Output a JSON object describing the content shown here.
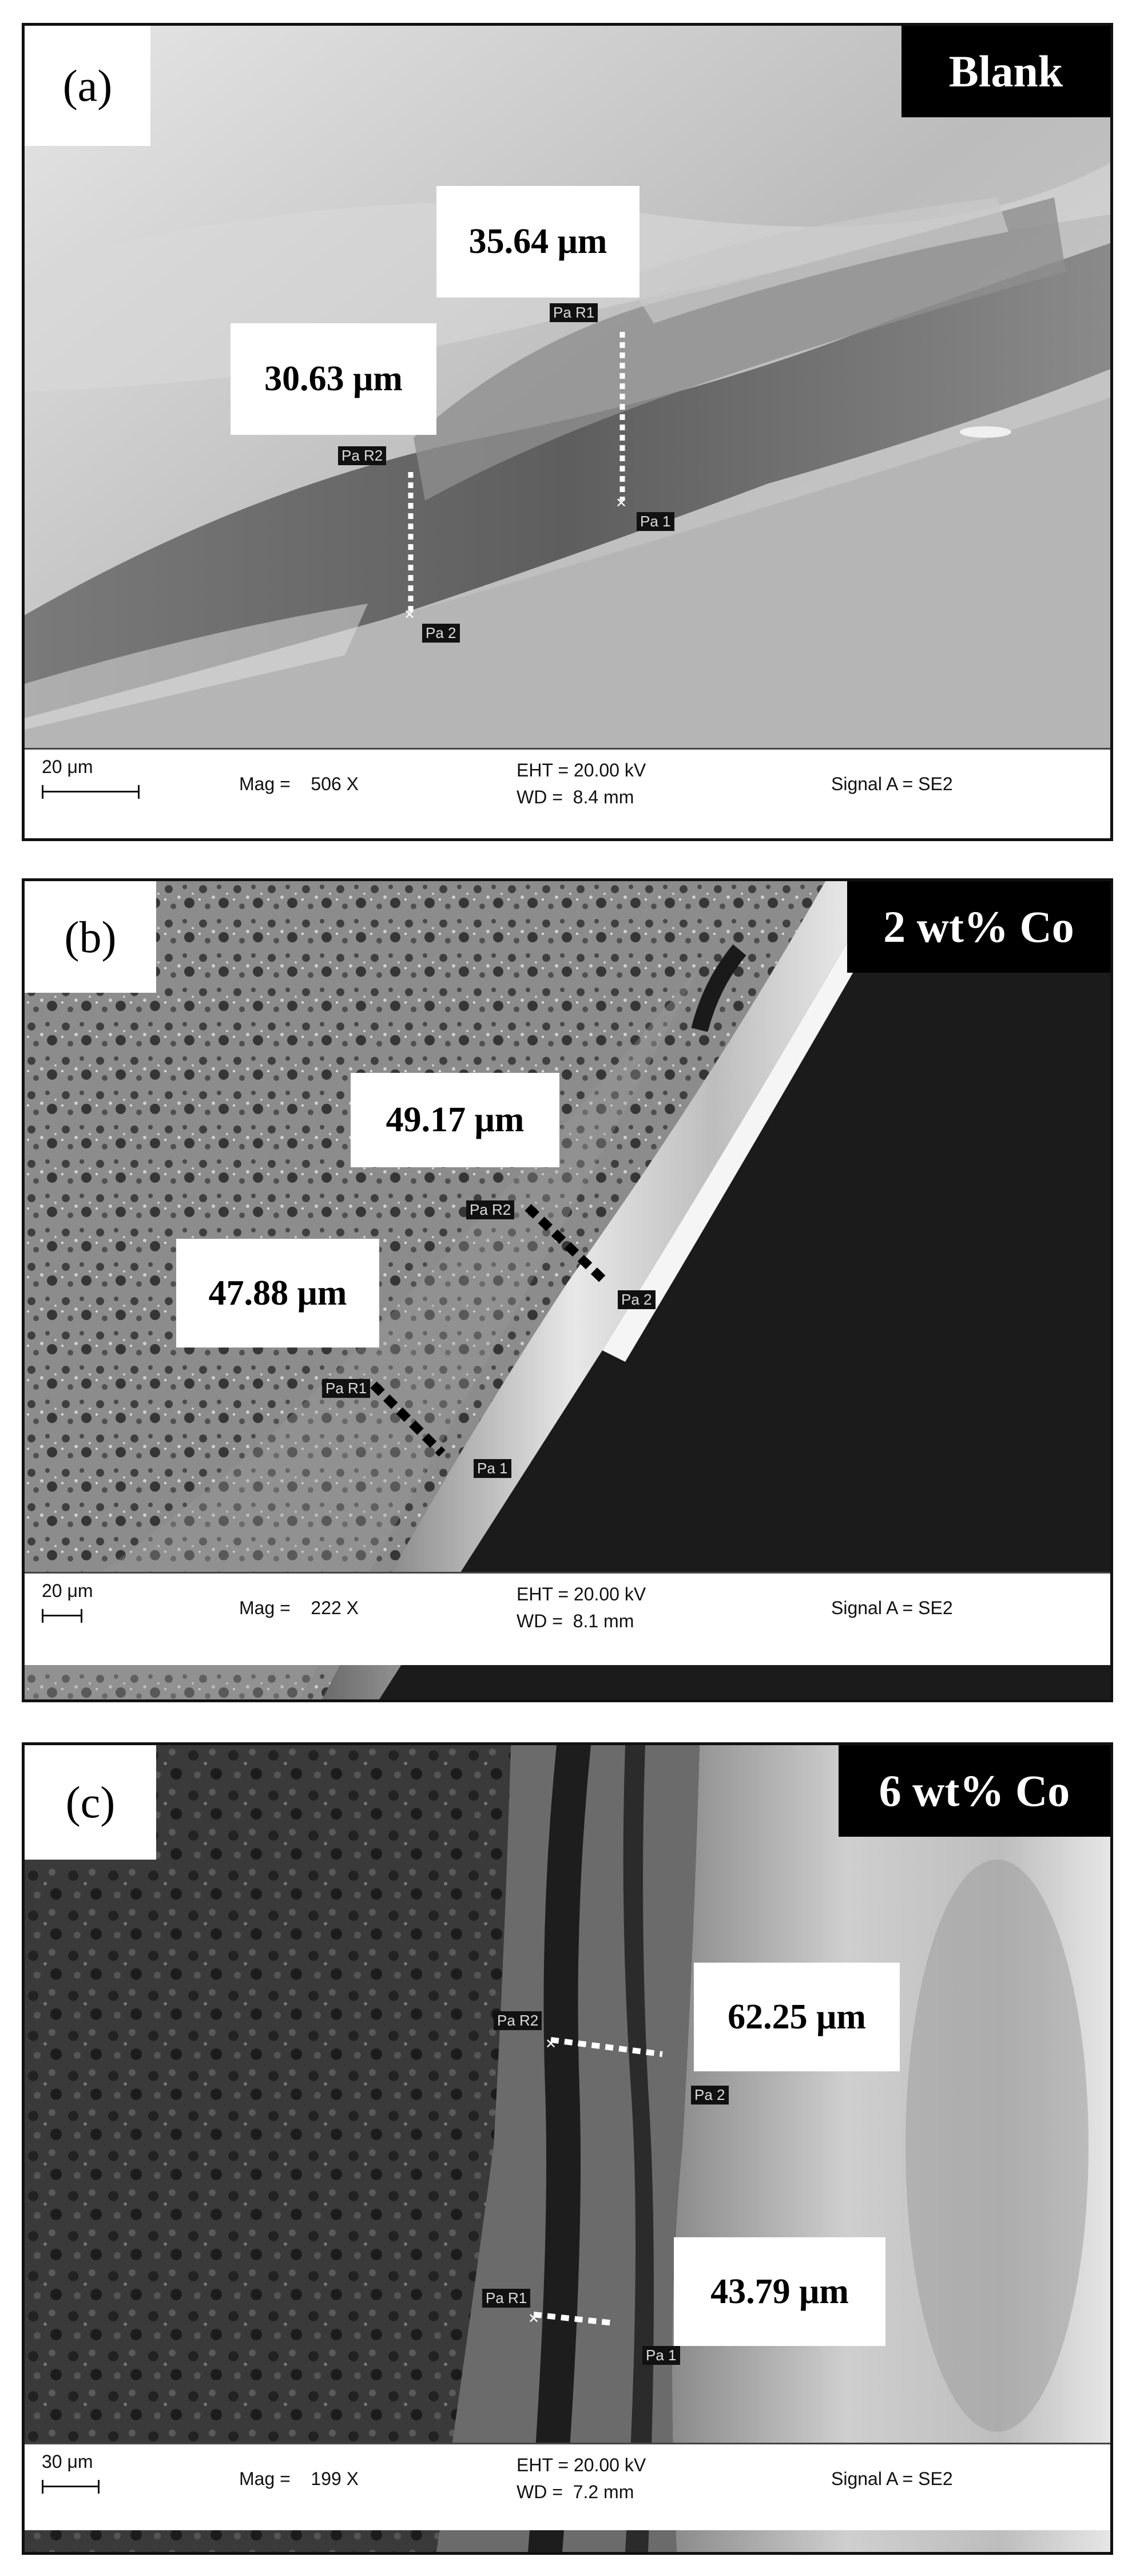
{
  "panels": [
    {
      "tag": "(a)",
      "condition": "Blank",
      "measurements": [
        "35.64 μm",
        "30.63 μm"
      ],
      "point_labels": [
        "Pa R1",
        "Pa 1",
        "Pa R2",
        "Pa 2"
      ],
      "scalebar": "20 μm",
      "mag": "Mag =    506 X",
      "eht": "EHT = 20.00 kV",
      "wd": "WD =  8.4 mm",
      "signal": "Signal A = SE2"
    },
    {
      "tag": "(b)",
      "condition": "2 wt% Co",
      "measurements": [
        "49.17 μm",
        "47.88 μm"
      ],
      "point_labels": [
        "Pa R2",
        "Pa 2",
        "Pa R1",
        "Pa 1"
      ],
      "scalebar": "20 μm",
      "mag": "Mag =    222 X",
      "eht": "EHT = 20.00 kV",
      "wd": "WD =  8.1 mm",
      "signal": "Signal A = SE2"
    },
    {
      "tag": "(c)",
      "condition": "6 wt% Co",
      "measurements": [
        "62.25 μm",
        "43.79 μm"
      ],
      "point_labels": [
        "Pa R2",
        "Pa 2",
        "Pa R1",
        "Pa 1"
      ],
      "scalebar": "30 μm",
      "mag": "Mag =    199 X",
      "eht": "EHT = 20.00 kV",
      "wd": "WD =  7.2 mm",
      "signal": "Signal A = SE2"
    }
  ]
}
